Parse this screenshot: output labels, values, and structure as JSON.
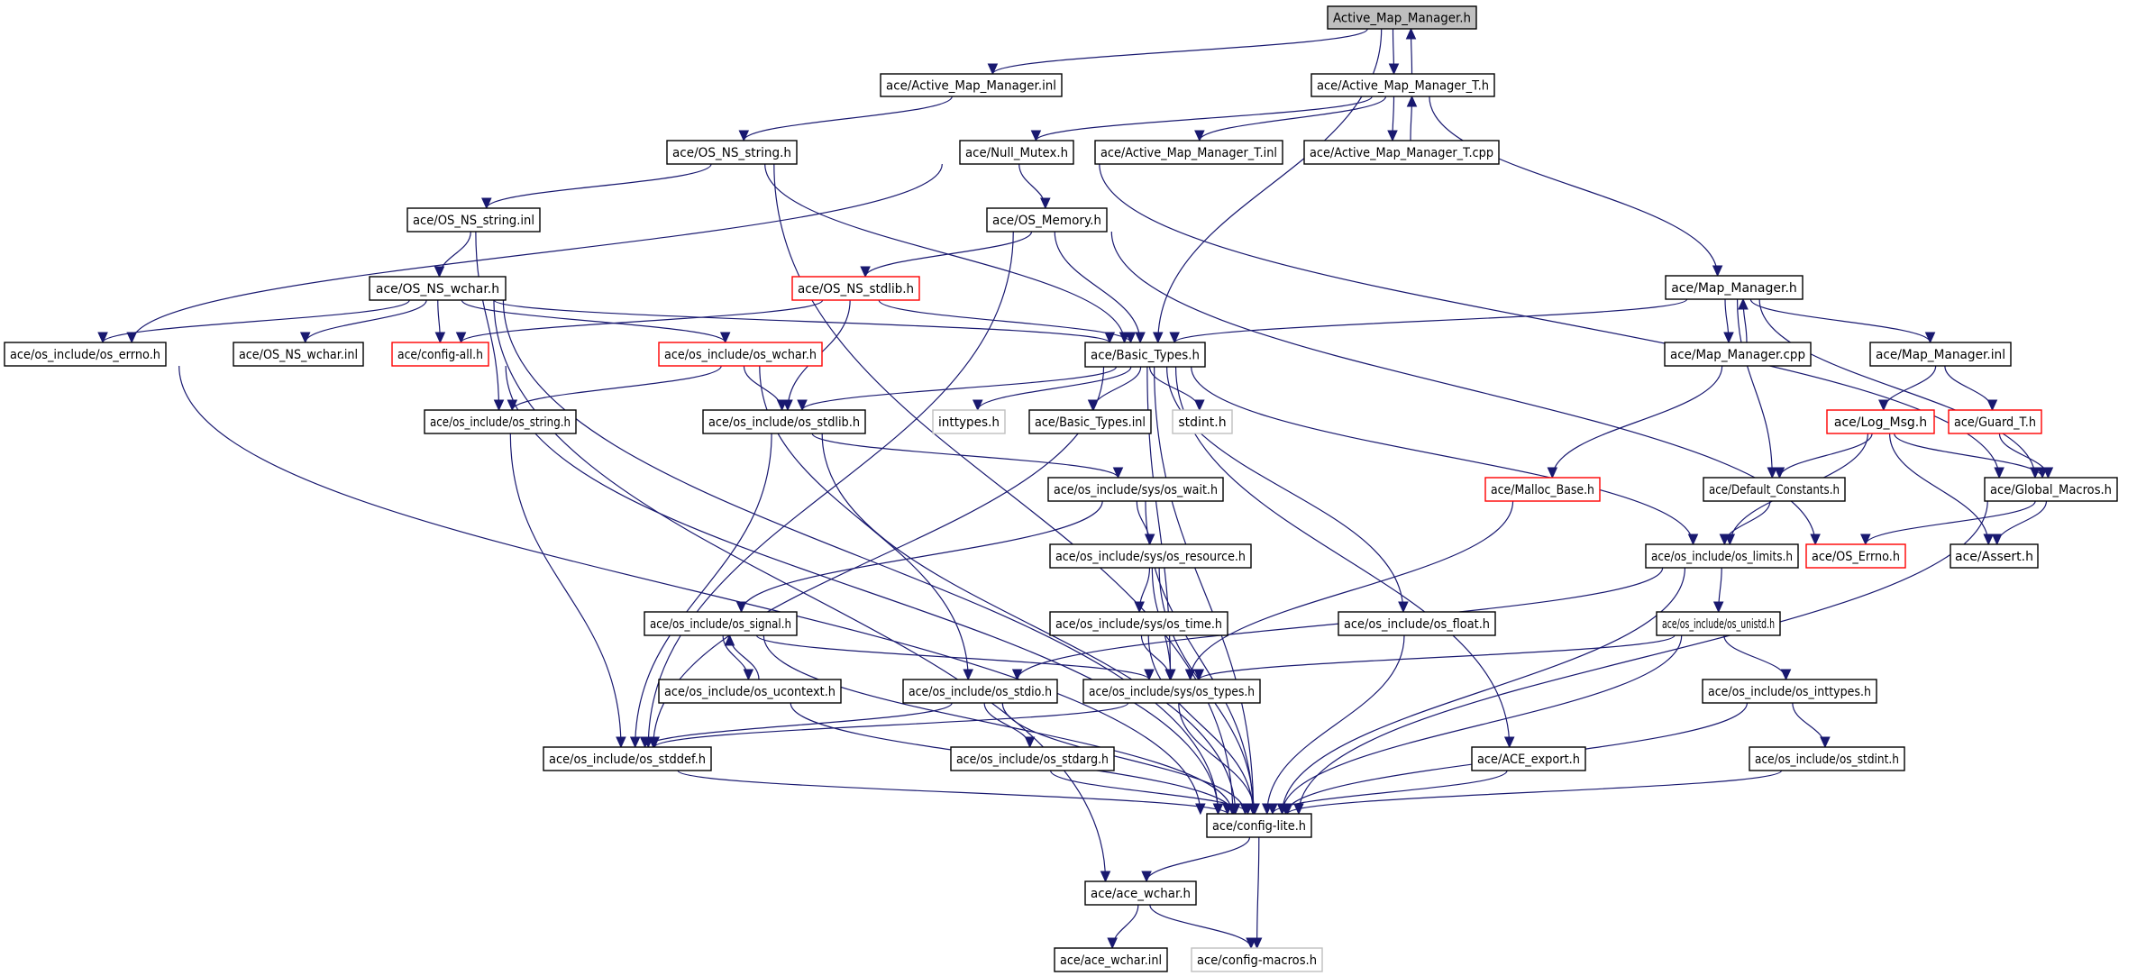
{
  "diagram": {
    "type": "include-dependency-graph",
    "root": "Active_Map_Manager.h",
    "colors": {
      "edge": "#191970",
      "root_fill": "#bfbfbf",
      "undocumented_border": "#ff0000",
      "external_border": "#bfbfbf",
      "normal_border": "#000000"
    },
    "nodes": [
      {
        "id": "root",
        "label": "Active_Map_Manager.h",
        "kind": "root"
      },
      {
        "id": "amm_inl",
        "label": "ace/Active_Map_Manager.inl",
        "kind": "normal"
      },
      {
        "id": "ammt_h",
        "label": "ace/Active_Map_Manager_T.h",
        "kind": "normal"
      },
      {
        "id": "os_ns_string_h",
        "label": "ace/OS_NS_string.h",
        "kind": "normal"
      },
      {
        "id": "null_mutex",
        "label": "ace/Null_Mutex.h",
        "kind": "normal"
      },
      {
        "id": "ammt_inl",
        "label": "ace/Active_Map_Manager_T.inl",
        "kind": "normal"
      },
      {
        "id": "ammt_cpp",
        "label": "ace/Active_Map_Manager_T.cpp",
        "kind": "normal"
      },
      {
        "id": "os_ns_string_inl",
        "label": "ace/OS_NS_string.inl",
        "kind": "normal"
      },
      {
        "id": "os_memory",
        "label": "ace/OS_Memory.h",
        "kind": "normal"
      },
      {
        "id": "os_ns_wchar_h",
        "label": "ace/OS_NS_wchar.h",
        "kind": "normal"
      },
      {
        "id": "os_ns_stdlib_h",
        "label": "ace/OS_NS_stdlib.h",
        "kind": "undocumented"
      },
      {
        "id": "map_manager_h",
        "label": "ace/Map_Manager.h",
        "kind": "normal"
      },
      {
        "id": "os_errno_inc",
        "label": "ace/os_include/os_errno.h",
        "kind": "normal"
      },
      {
        "id": "os_ns_wchar_inl",
        "label": "ace/OS_NS_wchar.inl",
        "kind": "normal"
      },
      {
        "id": "config_all",
        "label": "ace/config-all.h",
        "kind": "undocumented"
      },
      {
        "id": "os_wchar_inc",
        "label": "ace/os_include/os_wchar.h",
        "kind": "undocumented"
      },
      {
        "id": "basic_types_h",
        "label": "ace/Basic_Types.h",
        "kind": "normal"
      },
      {
        "id": "map_manager_cpp",
        "label": "ace/Map_Manager.cpp",
        "kind": "normal"
      },
      {
        "id": "map_manager_inl",
        "label": "ace/Map_Manager.inl",
        "kind": "normal"
      },
      {
        "id": "os_string_inc",
        "label": "ace/os_include/os_string.h",
        "kind": "normal"
      },
      {
        "id": "os_stdlib_inc",
        "label": "ace/os_include/os_stdlib.h",
        "kind": "normal"
      },
      {
        "id": "inttypes",
        "label": "inttypes.h",
        "kind": "external"
      },
      {
        "id": "basic_types_inl",
        "label": "ace/Basic_Types.inl",
        "kind": "normal"
      },
      {
        "id": "stdint",
        "label": "stdint.h",
        "kind": "external"
      },
      {
        "id": "log_msg",
        "label": "ace/Log_Msg.h",
        "kind": "undocumented"
      },
      {
        "id": "guard_t",
        "label": "ace/Guard_T.h",
        "kind": "undocumented"
      },
      {
        "id": "os_wait",
        "label": "ace/os_include/sys/os_wait.h",
        "kind": "normal"
      },
      {
        "id": "malloc_base",
        "label": "ace/Malloc_Base.h",
        "kind": "undocumented"
      },
      {
        "id": "default_constants",
        "label": "ace/Default_Constants.h",
        "kind": "normal"
      },
      {
        "id": "global_macros",
        "label": "ace/Global_Macros.h",
        "kind": "normal"
      },
      {
        "id": "os_resource",
        "label": "ace/os_include/sys/os_resource.h",
        "kind": "normal"
      },
      {
        "id": "os_limits",
        "label": "ace/os_include/os_limits.h",
        "kind": "normal"
      },
      {
        "id": "os_errno_h",
        "label": "ace/OS_Errno.h",
        "kind": "undocumented"
      },
      {
        "id": "assert_h",
        "label": "ace/Assert.h",
        "kind": "normal"
      },
      {
        "id": "os_signal",
        "label": "ace/os_include/os_signal.h",
        "kind": "normal"
      },
      {
        "id": "os_time",
        "label": "ace/os_include/sys/os_time.h",
        "kind": "normal"
      },
      {
        "id": "os_float",
        "label": "ace/os_include/os_float.h",
        "kind": "normal"
      },
      {
        "id": "os_unistd",
        "label": "ace/os_include/os_unistd.h",
        "kind": "normal"
      },
      {
        "id": "os_ucontext",
        "label": "ace/os_include/os_ucontext.h",
        "kind": "normal"
      },
      {
        "id": "os_stdio",
        "label": "ace/os_include/os_stdio.h",
        "kind": "normal"
      },
      {
        "id": "os_types",
        "label": "ace/os_include/sys/os_types.h",
        "kind": "normal"
      },
      {
        "id": "os_inttypes",
        "label": "ace/os_include/os_inttypes.h",
        "kind": "normal"
      },
      {
        "id": "os_stddef",
        "label": "ace/os_include/os_stddef.h",
        "kind": "normal"
      },
      {
        "id": "os_stdarg",
        "label": "ace/os_include/os_stdarg.h",
        "kind": "normal"
      },
      {
        "id": "ace_export",
        "label": "ace/ACE_export.h",
        "kind": "normal"
      },
      {
        "id": "os_stdint",
        "label": "ace/os_include/os_stdint.h",
        "kind": "normal"
      },
      {
        "id": "config_lite",
        "label": "ace/config-lite.h",
        "kind": "normal"
      },
      {
        "id": "ace_wchar_h",
        "label": "ace/ace_wchar.h",
        "kind": "normal"
      },
      {
        "id": "ace_wchar_inl",
        "label": "ace/ace_wchar.inl",
        "kind": "normal"
      },
      {
        "id": "config_macros",
        "label": "ace/config-macros.h",
        "kind": "external"
      }
    ],
    "edges": [
      [
        "root",
        "amm_inl"
      ],
      [
        "root",
        "ammt_h"
      ],
      [
        "root",
        "basic_types_h"
      ],
      [
        "ammt_h",
        "root"
      ],
      [
        "ammt_h",
        "null_mutex"
      ],
      [
        "ammt_h",
        "ammt_inl"
      ],
      [
        "ammt_h",
        "ammt_cpp"
      ],
      [
        "ammt_h",
        "map_manager_h"
      ],
      [
        "ammt_cpp",
        "ammt_h"
      ],
      [
        "amm_inl",
        "os_ns_string_h"
      ],
      [
        "os_ns_string_h",
        "os_ns_string_inl"
      ],
      [
        "os_ns_string_h",
        "basic_types_h"
      ],
      [
        "os_ns_string_h",
        "config_lite"
      ],
      [
        "null_mutex",
        "os_memory"
      ],
      [
        "null_mutex",
        "os_errno_inc"
      ],
      [
        "null_mutex",
        "global_macros"
      ],
      [
        "os_ns_string_inl",
        "os_ns_wchar_h"
      ],
      [
        "os_ns_string_inl",
        "os_string_inc"
      ],
      [
        "os_memory",
        "os_ns_stdlib_h"
      ],
      [
        "os_memory",
        "basic_types_h"
      ],
      [
        "os_memory",
        "os_stddef"
      ],
      [
        "os_memory",
        "os_errno_h"
      ],
      [
        "os_ns_wchar_h",
        "os_errno_inc"
      ],
      [
        "os_ns_wchar_h",
        "os_ns_wchar_inl"
      ],
      [
        "os_ns_wchar_h",
        "config_all"
      ],
      [
        "os_ns_wchar_h",
        "os_wchar_inc"
      ],
      [
        "os_ns_wchar_h",
        "basic_types_h"
      ],
      [
        "os_ns_wchar_h",
        "ace_wchar_h"
      ],
      [
        "os_ns_wchar_h",
        "config_lite"
      ],
      [
        "os_ns_stdlib_h",
        "config_all"
      ],
      [
        "os_ns_stdlib_h",
        "basic_types_h"
      ],
      [
        "os_ns_stdlib_h",
        "os_stdlib_inc"
      ],
      [
        "map_manager_h",
        "basic_types_h"
      ],
      [
        "map_manager_h",
        "map_manager_cpp"
      ],
      [
        "map_manager_h",
        "map_manager_inl"
      ],
      [
        "map_manager_h",
        "default_constants"
      ],
      [
        "map_manager_h",
        "global_macros"
      ],
      [
        "map_manager_cpp",
        "map_manager_h"
      ],
      [
        "map_manager_cpp",
        "malloc_base"
      ],
      [
        "map_manager_inl",
        "log_msg"
      ],
      [
        "map_manager_inl",
        "guard_t"
      ],
      [
        "os_errno_inc",
        "config_lite"
      ],
      [
        "config_all",
        "config_lite"
      ],
      [
        "os_wchar_inc",
        "os_string_inc"
      ],
      [
        "os_wchar_inc",
        "os_stdlib_inc"
      ],
      [
        "os_wchar_inc",
        "os_stdio"
      ],
      [
        "basic_types_h",
        "os_stdlib_inc"
      ],
      [
        "basic_types_h",
        "inttypes"
      ],
      [
        "basic_types_h",
        "basic_types_inl"
      ],
      [
        "basic_types_h",
        "stdint"
      ],
      [
        "basic_types_h",
        "os_stddef"
      ],
      [
        "basic_types_h",
        "os_types"
      ],
      [
        "basic_types_h",
        "os_float"
      ],
      [
        "basic_types_h",
        "ace_export"
      ],
      [
        "basic_types_h",
        "os_limits"
      ],
      [
        "basic_types_h",
        "config_lite"
      ],
      [
        "os_string_inc",
        "os_stddef"
      ],
      [
        "os_stdlib_inc",
        "os_wait"
      ],
      [
        "os_stdlib_inc",
        "os_stddef"
      ],
      [
        "os_stdlib_inc",
        "config_lite"
      ],
      [
        "log_msg",
        "default_constants"
      ],
      [
        "log_msg",
        "global_macros"
      ],
      [
        "log_msg",
        "os_limits"
      ],
      [
        "log_msg",
        "assert_h"
      ],
      [
        "guard_t",
        "global_macros"
      ],
      [
        "os_wait",
        "os_resource"
      ],
      [
        "os_wait",
        "os_signal"
      ],
      [
        "os_wait",
        "config_lite"
      ],
      [
        "malloc_base",
        "os_types"
      ],
      [
        "default_constants",
        "os_limits"
      ],
      [
        "global_macros",
        "os_errno_h"
      ],
      [
        "global_macros",
        "assert_h"
      ],
      [
        "global_macros",
        "config_lite"
      ],
      [
        "os_resource",
        "os_time"
      ],
      [
        "os_resource",
        "os_types"
      ],
      [
        "os_resource",
        "config_lite"
      ],
      [
        "os_limits",
        "os_unistd"
      ],
      [
        "os_limits",
        "os_stdio"
      ],
      [
        "os_limits",
        "config_lite"
      ],
      [
        "os_signal",
        "os_ucontext"
      ],
      [
        "os_signal",
        "os_types"
      ],
      [
        "os_signal",
        "config_lite"
      ],
      [
        "os_ucontext",
        "os_signal"
      ],
      [
        "os_ucontext",
        "config_lite"
      ],
      [
        "os_time",
        "os_types"
      ],
      [
        "os_time",
        "config_lite"
      ],
      [
        "os_float",
        "config_lite"
      ],
      [
        "os_unistd",
        "os_inttypes"
      ],
      [
        "os_unistd",
        "os_types"
      ],
      [
        "os_unistd",
        "config_lite"
      ],
      [
        "os_stdio",
        "os_stddef"
      ],
      [
        "os_stdio",
        "os_stdarg"
      ],
      [
        "os_stdio",
        "config_lite"
      ],
      [
        "os_types",
        "os_stddef"
      ],
      [
        "os_types",
        "config_lite"
      ],
      [
        "os_inttypes",
        "os_stdint"
      ],
      [
        "os_inttypes",
        "config_lite"
      ],
      [
        "os_stddef",
        "config_lite"
      ],
      [
        "os_stdarg",
        "config_lite"
      ],
      [
        "ace_export",
        "config_lite"
      ],
      [
        "os_stdint",
        "config_lite"
      ],
      [
        "config_lite",
        "ace_wchar_h"
      ],
      [
        "config_lite",
        "config_macros"
      ],
      [
        "ace_wchar_h",
        "ace_wchar_inl"
      ],
      [
        "ace_wchar_h",
        "config_macros"
      ]
    ]
  }
}
